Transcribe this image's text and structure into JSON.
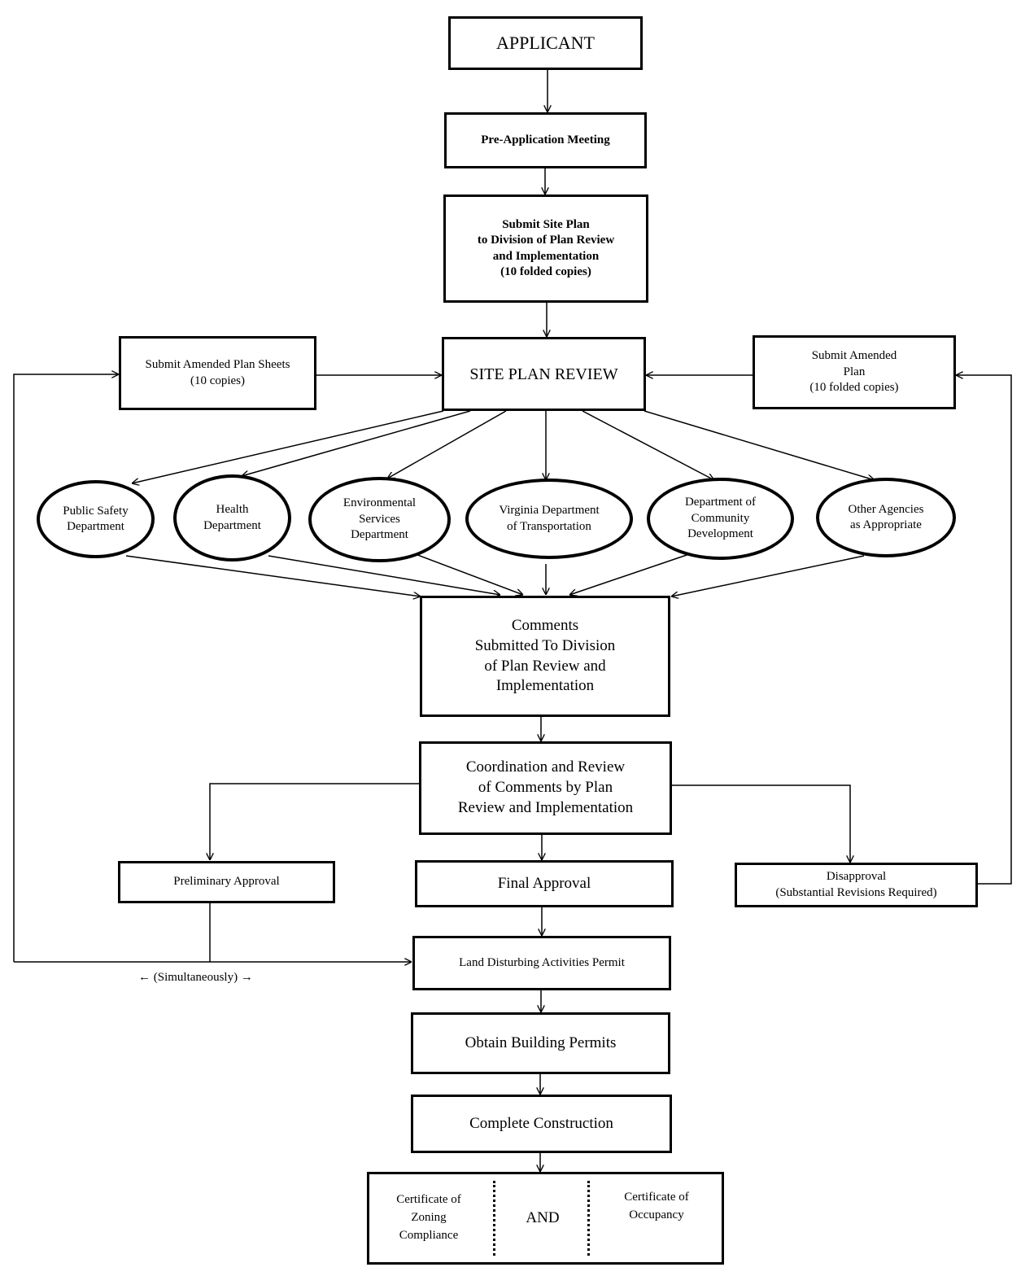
{
  "nodes": {
    "applicant": "APPLICANT",
    "pre_application": "Pre-Application Meeting",
    "submit_site_plan": "Submit Site Plan\nto Division of Plan Review\nand Implementation\n(10 folded copies)",
    "amended_sheets": "Submit Amended Plan Sheets\n(10 copies)",
    "site_plan_review": "SITE PLAN REVIEW",
    "amended_plan": "Submit Amended\nPlan\n(10 folded copies)",
    "comments": "Comments\nSubmitted To Division\nof Plan Review and\nImplementation",
    "coordination": "Coordination and Review\nof Comments by Plan\nReview and Implementation",
    "preliminary": "Preliminary Approval",
    "final": "Final Approval",
    "disapproval": "Disapproval\n(Substantial Revisions Required)",
    "land_permit": "Land Disturbing Activities Permit",
    "building_permits": "Obtain Building Permits",
    "construction": "Complete Construction"
  },
  "agencies": [
    "Public Safety\nDepartment",
    "Health\nDepartment",
    "Environmental\nServices\nDepartment",
    "Virginia Department\nof Transportation",
    "Department of\nCommunity\nDevelopment",
    "Other Agencies\nas Appropriate"
  ],
  "simultaneously": "← (Simultaneously) →",
  "certificates": {
    "zoning": "Certificate of\nZoning\nCompliance",
    "and": "AND",
    "occupancy": "Certificate of\nOccupancy"
  }
}
